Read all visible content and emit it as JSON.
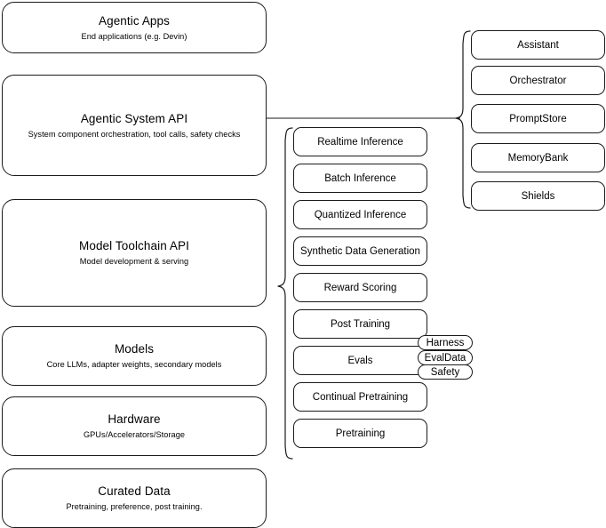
{
  "diagram": {
    "title": "AI stack layered architecture diagram",
    "stroke_color": "#1a1a1a",
    "background_color": "#ffffff"
  },
  "layers": [
    {
      "name": "agentic-apps",
      "title": "Agentic Apps",
      "subtitle": "End applications (e.g. Devin)"
    },
    {
      "name": "agentic-system-api",
      "title": "Agentic System API",
      "subtitle": "System component orchestration, tool calls, safety checks"
    },
    {
      "name": "model-toolchain-api",
      "title": "Model Toolchain API",
      "subtitle": "Model development & serving"
    },
    {
      "name": "models",
      "title": "Models",
      "subtitle": "Core LLMs, adapter weights, secondary models"
    },
    {
      "name": "hardware",
      "title": "Hardware",
      "subtitle": "GPUs/Accelerators/Storage"
    },
    {
      "name": "curated-data",
      "title": "Curated Data",
      "subtitle": "Pretraining, preference, post training."
    }
  ],
  "capabilities": [
    {
      "name": "realtime-inference",
      "label": "Realtime Inference"
    },
    {
      "name": "batch-inference",
      "label": "Batch Inference"
    },
    {
      "name": "quantized-inference",
      "label": "Quantized Inference"
    },
    {
      "name": "synthetic-data-generation",
      "label": "Synthetic Data Generation"
    },
    {
      "name": "reward-scoring",
      "label": "Reward Scoring"
    },
    {
      "name": "post-training",
      "label": "Post Training"
    },
    {
      "name": "evals",
      "label": "Evals"
    },
    {
      "name": "continual-pretraining",
      "label": "Continual Pretraining"
    },
    {
      "name": "pretraining",
      "label": "Pretraining"
    }
  ],
  "eval_tags": [
    {
      "name": "harness",
      "label": "Harness"
    },
    {
      "name": "evaldata",
      "label": "EvalData"
    },
    {
      "name": "safety",
      "label": "Safety"
    }
  ],
  "components": [
    {
      "name": "assistant",
      "label": "Assistant"
    },
    {
      "name": "orchestrator",
      "label": "Orchestrator"
    },
    {
      "name": "promptstore",
      "label": "PromptStore"
    },
    {
      "name": "memorybank",
      "label": "MemoryBank"
    },
    {
      "name": "shields",
      "label": "Shields"
    }
  ]
}
